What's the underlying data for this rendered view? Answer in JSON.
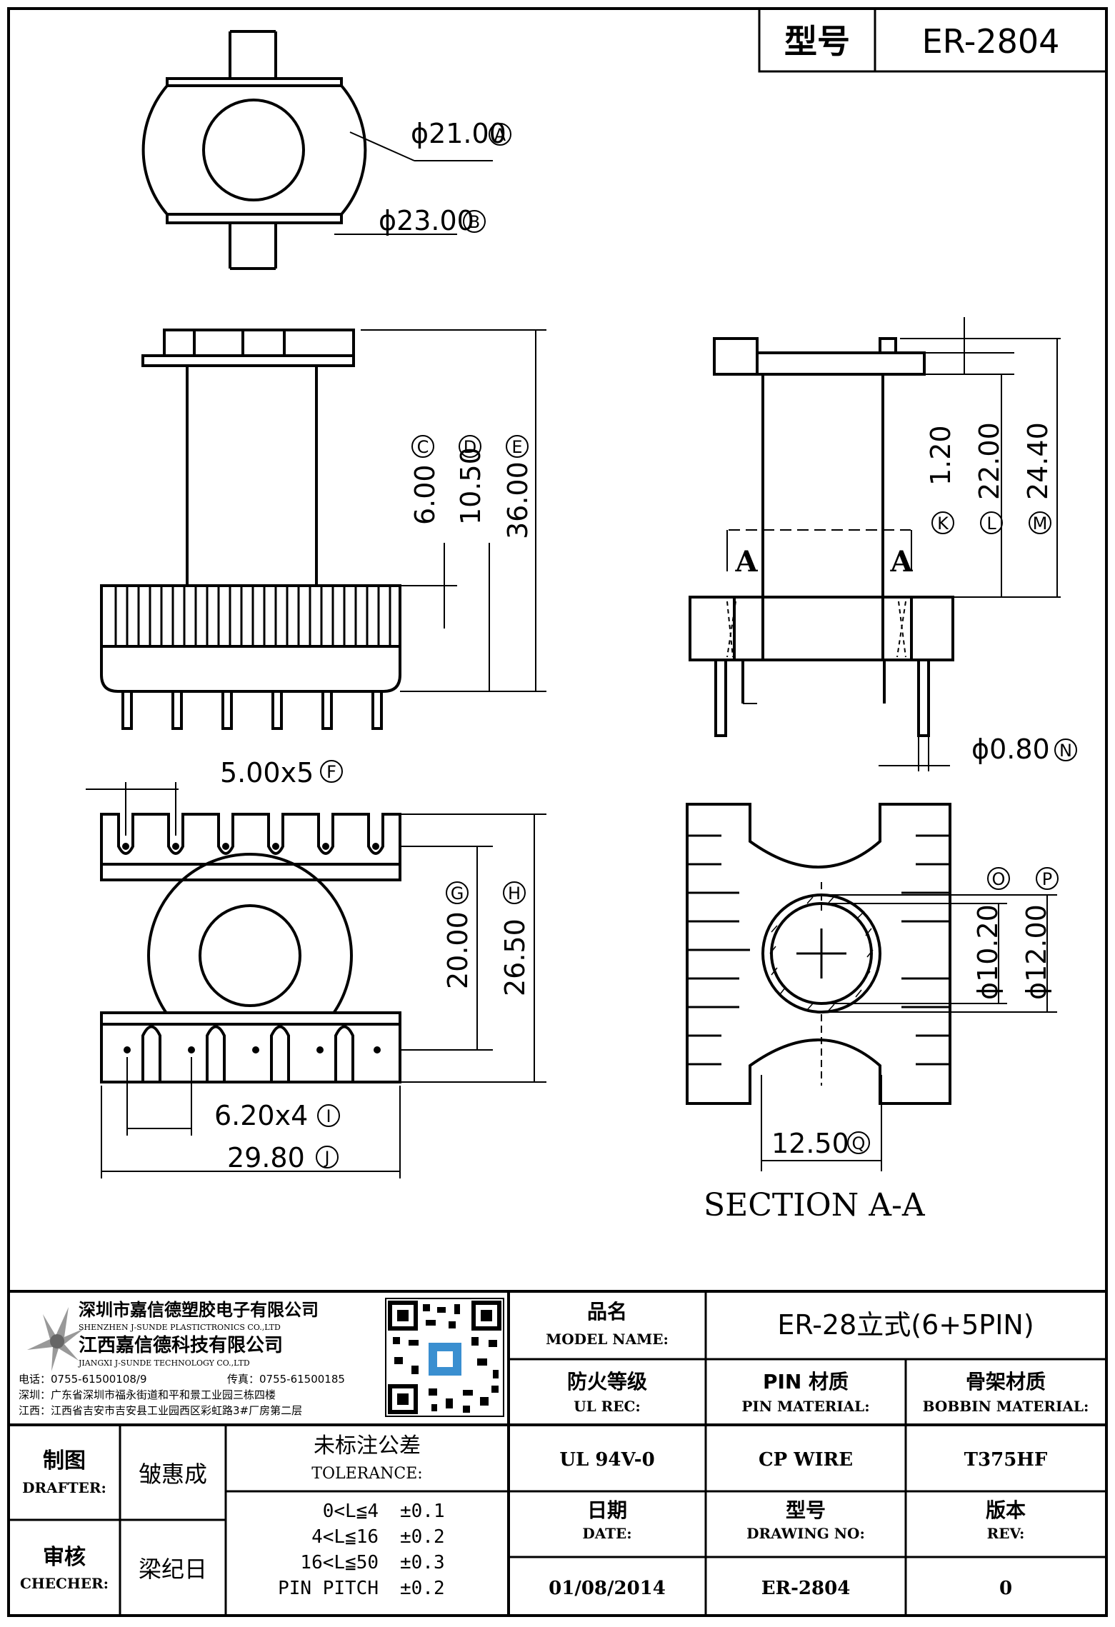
{
  "header": {
    "type_label": "型号",
    "type_value": "ER-2804"
  },
  "drawing": {
    "top_view": {
      "dim_a": "ϕ21.00",
      "dim_a_mark": "A",
      "dim_b": "ϕ23.00",
      "dim_b_mark": "B"
    },
    "front_view": {
      "dim_c": "6.00",
      "mark_c": "C",
      "dim_d": "10.50",
      "mark_d": "D",
      "dim_e": "36.00",
      "mark_e": "E"
    },
    "side_view": {
      "dim_k": "1.20",
      "mark_k": "K",
      "dim_l": "22.00",
      "mark_l": "L",
      "dim_m": "24.40",
      "mark_m": "M",
      "section_mark_left": "A",
      "section_mark_right": "A",
      "dim_n": "ϕ0.80",
      "mark_n": "N"
    },
    "bottom_view": {
      "dim_f": "5.00x5",
      "mark_f": "F",
      "dim_g": "20.00",
      "mark_g": "G",
      "dim_h": "26.50",
      "mark_h": "H",
      "dim_i": "6.20x4",
      "mark_i": "I",
      "dim_j": "29.80",
      "mark_j": "J"
    },
    "section_view": {
      "dim_o": "ϕ10.20",
      "mark_o": "O",
      "dim_p": "ϕ12.00",
      "mark_p": "P",
      "dim_q": "12.50",
      "mark_q": "Q",
      "caption": "SECTION A-A"
    }
  },
  "company": {
    "name_cn_1": "深圳市嘉信德塑胶电子有限公司",
    "name_en_1": "SHENZHEN J-SUNDE PLASTICTRONICS CO.,LTD",
    "name_cn_2": "江西嘉信德科技有限公司",
    "name_en_2": "JIANGXI J-SUNDE TECHNOLOGY CO.,LTD",
    "phone": "电话：0755-61500108/9",
    "fax": "传真：0755-61500185",
    "addr_sz": "深圳：广东省深圳市福永街道和平和景工业园三栋四楼",
    "addr_jx": "江西：江西省吉安市吉安县工业园西区彩虹路3#厂房第二层"
  },
  "title_block": {
    "model_name_cn": "品名",
    "model_name_en": "MODEL NAME:",
    "model_name_value": "ER-28立式(6+5PIN)",
    "ul_cn": "防火等级",
    "ul_en": "UL REC:",
    "ul_value": "UL 94V-0",
    "pin_cn": "PIN 材质",
    "pin_en": "PIN MATERIAL:",
    "pin_value": "CP WIRE",
    "bobbin_cn": "骨架材质",
    "bobbin_en": "BOBBIN MATERIAL:",
    "bobbin_value": "T375HF",
    "date_cn": "日期",
    "date_en": "DATE:",
    "date_value": "01/08/2014",
    "dwg_cn": "型号",
    "dwg_en": "DRAWING NO:",
    "dwg_value": "ER-2804",
    "rev_cn": "版本",
    "rev_en": "REV:",
    "rev_value": "0",
    "drafter_cn": "制图",
    "drafter_en": "DRAFTER:",
    "drafter_name": "皱惠成",
    "checker_cn": "审核",
    "checker_en": "CHECHER:",
    "checker_name": "梁纪日",
    "tol_cn": "未标注公差",
    "tol_en": "TOLERANCE:",
    "tol_rows": [
      {
        "range": "0<L≦4",
        "value": "±0.1"
      },
      {
        "range": "4<L≦16",
        "value": "±0.2"
      },
      {
        "range": "16<L≦50",
        "value": "±0.3"
      },
      {
        "range": "PIN PITCH",
        "value": "±0.2"
      }
    ]
  }
}
